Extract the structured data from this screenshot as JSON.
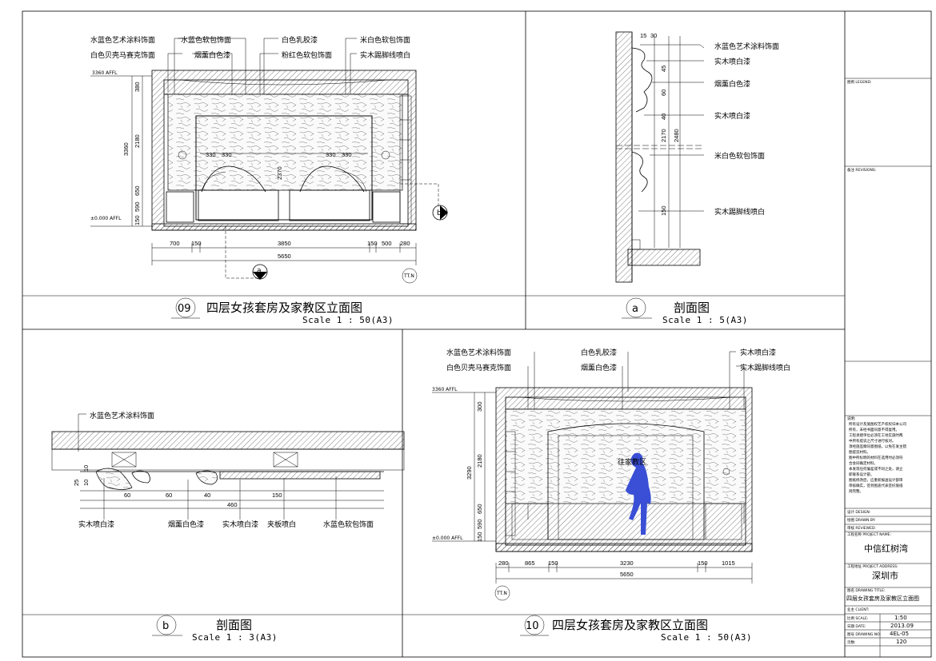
{
  "drawing09": {
    "callouts": [
      "水蓝色艺术涂料饰面",
      "白色贝壳马赛克饰面",
      "水蓝色软包饰面",
      "烟薰白色漆",
      "白色乳胶漆",
      "粉红色软包饰面",
      "米白色软包饰面",
      "实木踢脚线喷白"
    ],
    "levels": [
      "3360 AFFL",
      "±0.000 AFFL"
    ],
    "vert_dims": [
      "3360",
      "380",
      "2180",
      "650",
      "590",
      "150"
    ],
    "horiz_dims": [
      "700",
      "150",
      "3850",
      "150",
      "500",
      "280"
    ],
    "total_dim": "5650",
    "inner_dims": [
      "330",
      "330",
      "2370",
      "330",
      "330"
    ],
    "section_marks": [
      "a",
      "b"
    ],
    "ref_tag": "TT.N",
    "number": "09",
    "title": "四层女孩套房及家教区立面图",
    "scale": "Scale 1 : 50(A3)"
  },
  "section_a": {
    "callouts": [
      "水蓝色艺术涂料饰面",
      "实木喷白漆",
      "烟薰白色漆",
      "实木喷白漆",
      "米白色软包饰面",
      "实木踢脚线喷白"
    ],
    "dims": [
      "15",
      "30",
      "45",
      "60",
      "40",
      "2170",
      "2480",
      "150"
    ],
    "number": "a",
    "title": "剖面图",
    "scale": "Scale 1 : 5(A3)"
  },
  "section_b": {
    "callouts_top": [
      "水蓝色艺术涂料饰面"
    ],
    "callouts_bottom": [
      "实木喷白漆",
      "烟薰白色漆",
      "实木喷白漆",
      "夹板喷白",
      "水蓝色软包饰面"
    ],
    "dims": [
      "60",
      "60",
      "40",
      "150",
      "460",
      "10",
      "25",
      "10"
    ],
    "number": "b",
    "title": "剖面图",
    "scale": "Scale 1 : 3(A3)"
  },
  "drawing10": {
    "callouts_left": [
      "水蓝色艺术涂料饰面",
      "白色贝壳马赛克饰面"
    ],
    "callouts_mid": [
      "白色乳胶漆",
      "烟薰白色漆"
    ],
    "callouts_right": [
      "实木喷白漆",
      "实木踢脚线喷白"
    ],
    "levels": [
      "3360 AFFL",
      "±0.000 AFFL"
    ],
    "vert_dims": [
      "3290",
      "300",
      "2180",
      "650",
      "590",
      "150"
    ],
    "horiz_dims": [
      "280",
      "865",
      "150",
      "3230",
      "150",
      "1015"
    ],
    "total_dim": "5650",
    "room_label": "往家教区",
    "ref_tag": "TT.N",
    "number": "10",
    "title": "四层女孩套房及家教区立面图",
    "scale": "Scale 1 : 50(A3)"
  },
  "title_block": {
    "legend_label": "图例 LEGEND:",
    "revisions_label": "备注 REVISIONS:",
    "notes_label": "说明:",
    "notes": [
      "所有设计及施图权艺产权权归本公司",
      "所有，未经书面同意不得复用。",
      "工程承建单位必须在工地实施时两",
      "中所有提说之尺寸进行核对。",
      "须经施监察同意图纸，以免在发主错",
      "图提造材料。",
      "图中所标明的材料在选用时必须符",
      "合会同确定材料。",
      "本发现任何偏差或不同之处，请立",
      "即联系设计部。",
      "图纸修改后，应重新报送设计部审",
      "审核确实，签到图盖代表签好施纸",
      "则完整。"
    ],
    "design_label": "设计 DESIGN:",
    "drawn_label": "绘图 DRAWN BY:",
    "review_label": "审核 REVIEWED:",
    "project_label": "工程名称 PROJECT NAME:",
    "project_name": "中信红树湾",
    "address_label": "工程地址 PROJECT ADDRESS:",
    "address": "深圳市",
    "drawing_title_label": "图名 DRAWING TITLE:",
    "drawing_title": "四层女孩套房及家教区立面图",
    "client_label": "业主 CLIENT:",
    "scale_label": "比例 SCALE:",
    "scale": "1:50",
    "date_label": "日期 DATE:",
    "date": "2013.09",
    "drawing_no_label": "图号 DRAWING NO:",
    "drawing_no": "4EL-05",
    "page_label": "页数:",
    "page": "120"
  }
}
